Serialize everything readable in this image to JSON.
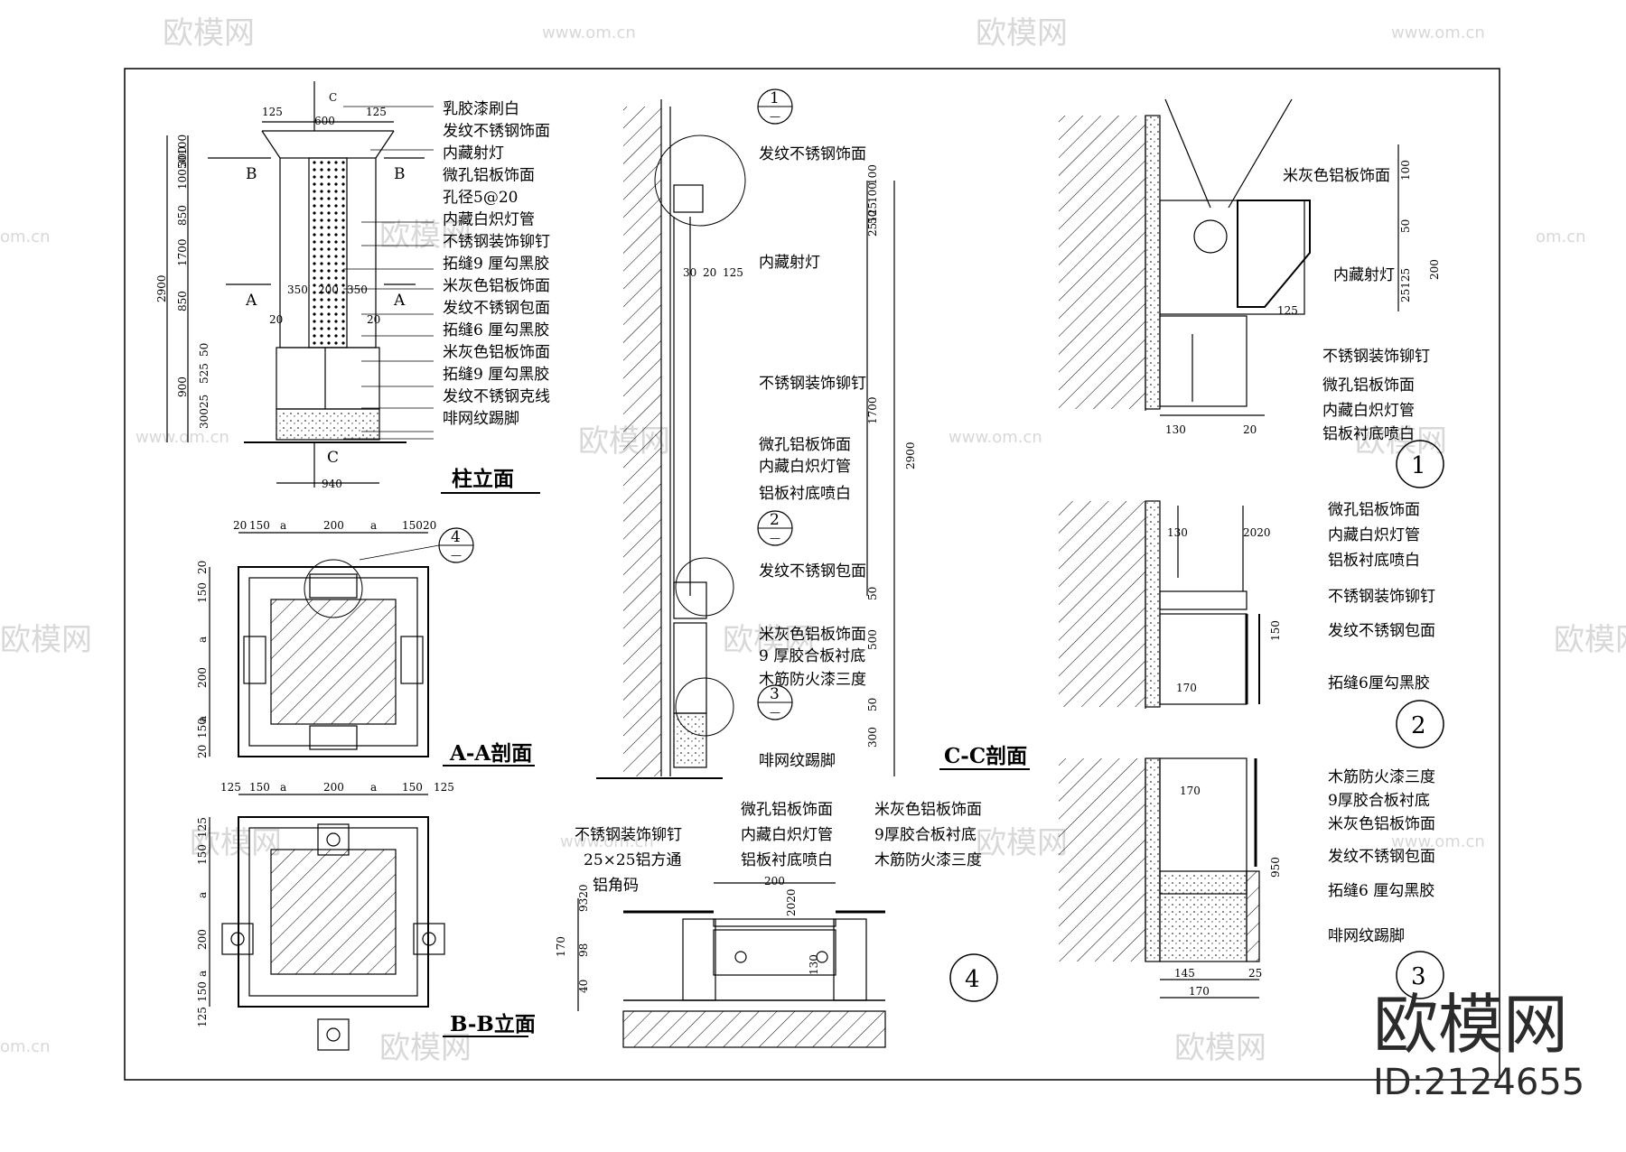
{
  "watermark": {
    "brand": "欧模网",
    "url": "www.om.cn",
    "url_short": "om.cn"
  },
  "brand": {
    "logo_text": "欧模网",
    "id_text": "ID:2124655"
  },
  "column_elevation": {
    "title": "柱立面",
    "labels": [
      "乳胶漆刷白",
      "发纹不锈钢饰面",
      "内藏射灯",
      "微孔铝板饰面",
      "孔径5@20",
      "内藏白炽灯管",
      "不锈钢装饰铆钉",
      "拓缝9 厘勾黑胶",
      "米灰色铝板饰面",
      "发纹不锈钢包面",
      "拓缝6 厘勾黑胶",
      "米灰色铝板饰面",
      "拓缝9 厘勾黑胶",
      "发纹不锈钢克线",
      "啡网纹踢脚"
    ],
    "dims_top": [
      "125",
      "600",
      "125"
    ],
    "dims_left": [
      "300",
      "10050100",
      "850",
      "1700",
      "850",
      "2900",
      "50",
      "525",
      "900",
      "30025"
    ],
    "dims_inner": [
      "350",
      "200",
      "350",
      "20",
      "20"
    ],
    "dim_bottom": "940",
    "section_marks": [
      "C",
      "B",
      "B",
      "A",
      "A",
      "C"
    ]
  },
  "section_aa": {
    "title": "A-A剖面",
    "dims_top": [
      "20",
      "150",
      "a",
      "200",
      "a",
      "150",
      "20"
    ],
    "dims_left": [
      "20",
      "150",
      "a",
      "200",
      "a",
      "150",
      "20"
    ],
    "callout": {
      "num": "4",
      "sub": "—"
    }
  },
  "section_bb": {
    "title": "B-B立面",
    "dims_top": [
      "125",
      "150",
      "a",
      "200",
      "a",
      "150",
      "125"
    ],
    "dims_left": [
      "125",
      "150",
      "a",
      "200",
      "a",
      "150",
      "125"
    ]
  },
  "section_cc": {
    "title": "C-C剖面",
    "labels": [
      "发纹不锈钢饰面",
      "内藏射灯",
      "不锈钢装饰铆钉",
      "微孔铝板饰面",
      "内藏白炽灯管",
      "铝板衬底喷白",
      "发纹不锈钢包面",
      "米灰色铝板饰面",
      "9 厚胶合板衬底",
      "木筋防火漆三度",
      "啡网纹踢脚"
    ],
    "dims_right": [
      "100",
      "100",
      "25125",
      "50",
      "1700",
      "50",
      "500",
      "50",
      "300",
      "2900"
    ],
    "dims_small": [
      "30",
      "20",
      "125"
    ],
    "callouts": [
      {
        "num": "1",
        "sub": "—"
      },
      {
        "num": "2",
        "sub": "—"
      },
      {
        "num": "3",
        "sub": "—"
      }
    ]
  },
  "detail_4": {
    "num": "4",
    "labels_left": [
      "不锈钢装饰铆钉",
      "25×25铝方通",
      "铝角码"
    ],
    "labels_mid": [
      "微孔铝板饰面",
      "内藏白炽灯管",
      "铝板衬底喷白"
    ],
    "labels_right": [
      "米灰色铝板饰面",
      "9厚胶合板衬底",
      "木筋防火漆三度"
    ],
    "dims": [
      "200",
      "2020",
      "130",
      "9320",
      "98",
      "170",
      "40"
    ]
  },
  "detail_1": {
    "num": "1",
    "labels": [
      "米灰色铝板饰面",
      "内藏射灯",
      "不锈钢装饰铆钉",
      "微孔铝板饰面",
      "内藏白炽灯管",
      "铝板衬底喷白"
    ],
    "dims": [
      "100",
      "50",
      "200",
      "25125",
      "125",
      "130",
      "20"
    ]
  },
  "detail_2": {
    "num": "2",
    "labels": [
      "微孔铝板饰面",
      "内藏白炽灯管",
      "铝板衬底喷白",
      "不锈钢装饰铆钉",
      "发纹不锈钢包面",
      "拓缝6厘勾黑胶"
    ],
    "dims": [
      "130",
      "2020",
      "150",
      "170"
    ]
  },
  "detail_3": {
    "num": "3",
    "labels": [
      "木筋防火漆三度",
      "9厚胶合板衬底",
      "米灰色铝板饰面",
      "发纹不锈钢包面",
      "拓缝6 厘勾黑胶",
      "啡网纹踢脚"
    ],
    "dims": [
      "170",
      "950",
      "145",
      "25",
      "170"
    ]
  }
}
